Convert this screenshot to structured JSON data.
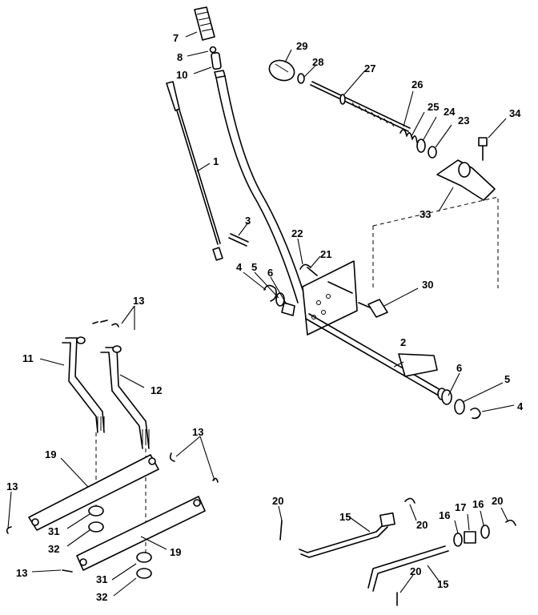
{
  "callouts": {
    "c1": "1",
    "c2": "2",
    "c3": "3",
    "c4a": "4",
    "c4b": "4",
    "c5a": "5",
    "c5b": "5",
    "c6a": "6",
    "c6b": "6",
    "c7": "7",
    "c8": "8",
    "c10": "10",
    "c11": "11",
    "c12": "12",
    "c13a": "13",
    "c13b": "13",
    "c13c": "13",
    "c13d": "13",
    "c15a": "15",
    "c15b": "15",
    "c16a": "16",
    "c16b": "16",
    "c17": "17",
    "c19a": "19",
    "c19b": "19",
    "c20a": "20",
    "c20b": "20",
    "c20c": "20",
    "c20d": "20",
    "c21": "21",
    "c22": "22",
    "c23": "23",
    "c24": "24",
    "c25": "25",
    "c26": "26",
    "c27": "27",
    "c28": "28",
    "c29": "29",
    "c30": "30",
    "c31a": "31",
    "c31b": "31",
    "c32a": "32",
    "c32b": "32",
    "c33": "33",
    "c34": "34"
  }
}
